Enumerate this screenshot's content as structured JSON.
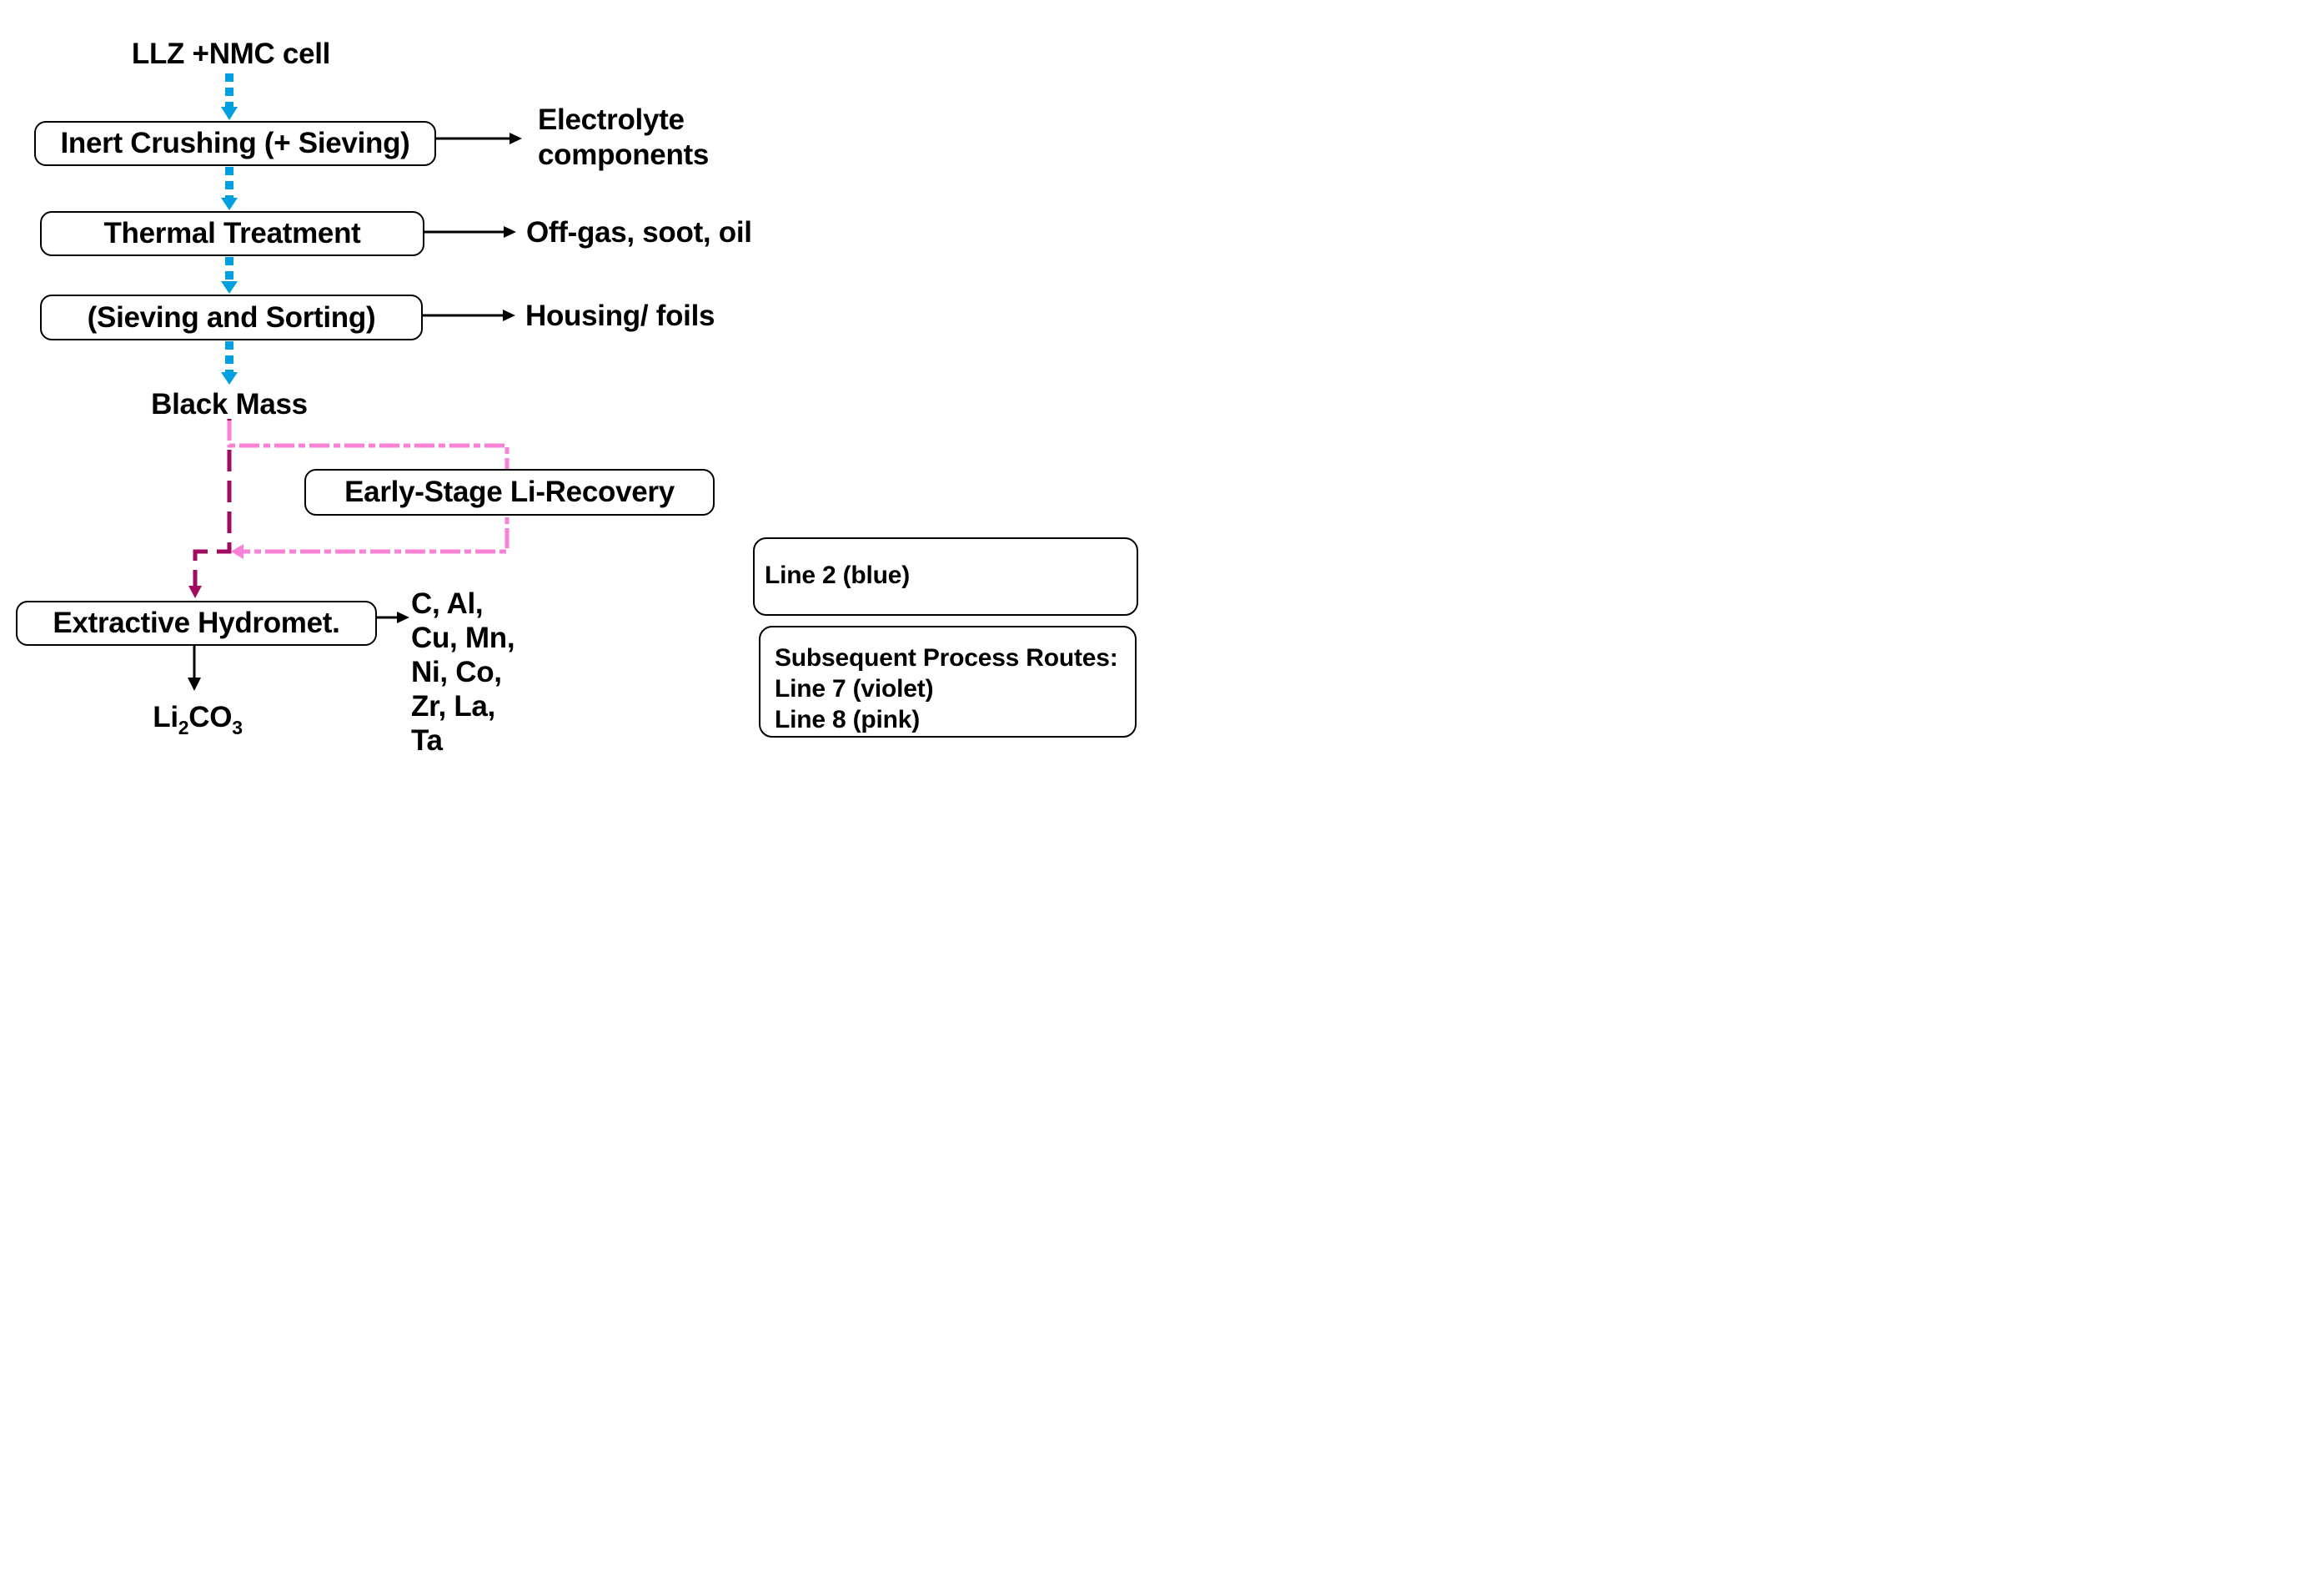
{
  "colors": {
    "blue": "#00A0E0",
    "violet": "#A00A5F",
    "pink": "#FA82D6",
    "text": "#000000",
    "background": "#FFFFFF"
  },
  "nodes": {
    "source": "LLZ +NMC cell",
    "black_mass": "Black Mass",
    "li2co3": {
      "base1": "Li",
      "sub1": "2",
      "base2": "CO",
      "sub2": "3"
    }
  },
  "boxes": {
    "inert_crushing": "Inert Crushing (+ Sieving)",
    "thermal": "Thermal Treatment",
    "sieving_sorting": "(Sieving and Sorting)",
    "early_li_recovery": "Early-Stage Li-Recovery",
    "extractive_hydromet": "Extractive Hydromet."
  },
  "outputs": {
    "electrolyte": {
      "line1": "Electrolyte",
      "line2": "components"
    },
    "offgas": "Off-gas, soot, oil",
    "housing": "Housing/ foils",
    "metals": {
      "line1": "C, Al,",
      "line2": "Cu, Mn,",
      "line3": "Ni, Co,",
      "line4": "Zr, La,",
      "line5": "Ta"
    }
  },
  "legend": {
    "line2": {
      "label": "Line 2 (blue)",
      "style": "dotted-line"
    },
    "subsequent": {
      "heading": "Subsequent Process Routes:",
      "line7": {
        "label": "Line 7 (violet)",
        "style": "dashed-line"
      },
      "line8": {
        "label": "Line 8 (pink)",
        "style": "dash-dot-line"
      }
    }
  }
}
